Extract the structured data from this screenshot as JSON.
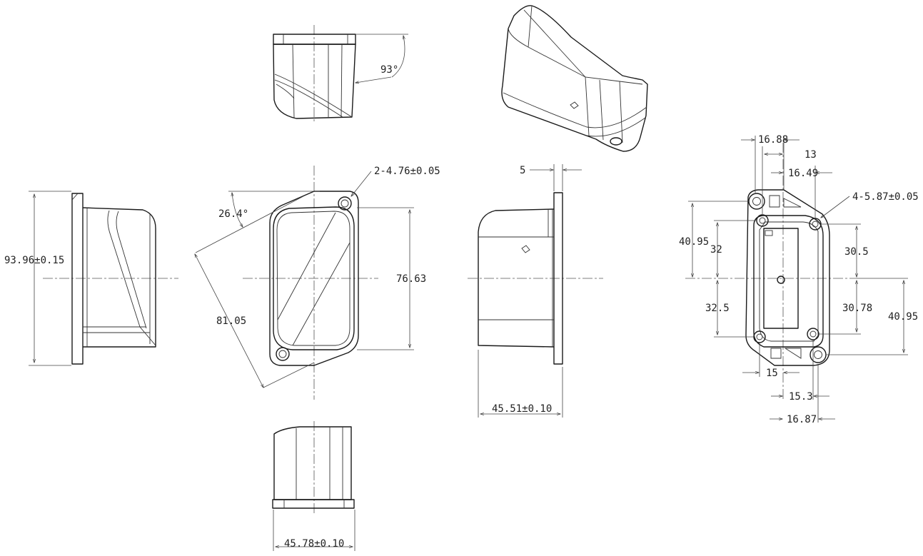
{
  "dimensions": {
    "top_angle": "93°",
    "front_hole_callout": "2-4.76±0.05",
    "front_angle": "26.4°",
    "front_height": "76.63",
    "front_diagonal": "81.05",
    "left_height": "93.96±0.15",
    "side_flange": "5",
    "side_width": "45.51±0.10",
    "bottom_width": "45.78±0.10",
    "back_hole_callout": "4-5.87±0.05",
    "back_16_88": "16.88",
    "back_13": "13",
    "back_16_49": "16.49",
    "back_40_95_left": "40.95",
    "back_32": "32",
    "back_32_5": "32.5",
    "back_30_5": "30.5",
    "back_30_78": "30.78",
    "back_40_95_right": "40.95",
    "back_15": "15",
    "back_15_3": "15.3",
    "back_16_87": "16.87"
  }
}
